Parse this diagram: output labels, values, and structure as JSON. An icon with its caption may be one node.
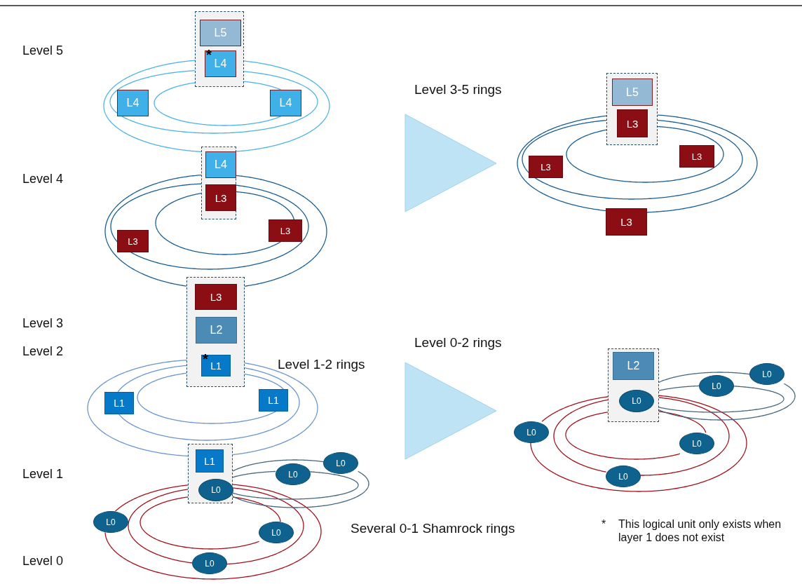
{
  "diagram": {
    "nodes": [
      {
        "text": [],
        "shape": "box"
      },
      {
        "text": [
          "L5"
        ],
        "in": 0
      },
      {
        "text": [
          "*",
          "L4"
        ],
        "in": 0
      },
      {
        "text": [
          "L4"
        ]
      },
      {
        "text": [
          "L4"
        ]
      },
      {
        "text": [],
        "shape": "box"
      },
      {
        "text": [
          "L4"
        ],
        "in": 5
      },
      {
        "text": [
          "L3"
        ],
        "in": 5
      },
      {
        "text": [
          "L3"
        ]
      },
      {
        "text": [
          "L3"
        ]
      },
      {
        "text": [],
        "shape": "box"
      },
      {
        "text": [
          "L3"
        ],
        "in": 10
      },
      {
        "text": [
          "L2"
        ],
        "in": 10
      },
      {
        "text": [
          "*",
          "L1"
        ],
        "in": 10
      },
      {
        "text": [
          "L1"
        ]
      },
      {
        "text": [
          "L1"
        ]
      },
      {
        "text": [],
        "shape": "box"
      },
      {
        "text": [
          "L1"
        ],
        "in": 16
      },
      {
        "text": [
          "L0"
        ],
        "in": 16
      },
      {
        "text": [
          "L0"
        ]
      },
      {
        "text": [
          "L0"
        ]
      },
      {
        "text": [
          "L0"
        ]
      },
      {
        "text": [
          "L0"
        ]
      },
      {
        "text": [
          "L0"
        ]
      },
      {
        "text": [],
        "shape": "box"
      },
      {
        "text": [
          "L5"
        ],
        "in": 24
      },
      {
        "text": [
          "L3"
        ],
        "in": 24
      },
      {
        "text": [
          "L3"
        ]
      },
      {
        "text": [
          "L3"
        ]
      },
      {
        "text": [
          "L3"
        ]
      },
      {
        "text": [],
        "shape": "box"
      },
      {
        "text": [
          "L2"
        ],
        "in": 30
      },
      {
        "text": [
          "L0"
        ],
        "in": 30
      },
      {
        "text": [
          "L0"
        ]
      },
      {
        "text": [
          "L0"
        ]
      },
      {
        "text": [
          "L0"
        ]
      },
      {
        "text": [
          "L0"
        ]
      },
      {
        "text": [
          "L0"
        ]
      }
    ],
    "edges": [
      {
        "from": 0,
        "to": 4,
        "arrow": "none",
        "color": "#4fb3e8"
      },
      {
        "from": 0,
        "to": 4,
        "arrow": "none",
        "color": "#4fb3e8"
      },
      {
        "from": 0,
        "to": 3,
        "arrow": "none",
        "color": "#4fb3e8"
      },
      {
        "from": 0,
        "to": 3,
        "arrow": "none",
        "color": "#4fb3e8"
      },
      {
        "from": 0,
        "to": 5,
        "arrow": "none",
        "color": "#4fb3e8"
      },
      {
        "from": 0,
        "to": 5,
        "arrow": "none",
        "color": "#4fb3e8"
      },
      {
        "from": 5,
        "to": 9,
        "arrow": "none"
      },
      {
        "from": 5,
        "to": 9,
        "arrow": "none"
      },
      {
        "from": 5,
        "to": 8,
        "arrow": "none"
      },
      {
        "from": 5,
        "to": 8,
        "arrow": "none"
      },
      {
        "from": 5,
        "to": 10,
        "arrow": "none"
      },
      {
        "from": 5,
        "to": 10,
        "arrow": "none"
      },
      {
        "from": 10,
        "to": 15,
        "arrow": "none",
        "color": "#6b95d0"
      },
      {
        "from": 10,
        "to": 15,
        "arrow": "none",
        "color": "#6b95d0"
      },
      {
        "from": 10,
        "to": 14,
        "arrow": "none",
        "color": "#6b95d0"
      },
      {
        "from": 10,
        "to": 14,
        "arrow": "none",
        "color": "#6b95d0"
      },
      {
        "from": 10,
        "to": 16,
        "arrow": "none",
        "color": "#6b95d0"
      },
      {
        "from": 10,
        "to": 16,
        "arrow": "none",
        "color": "#6b95d0"
      },
      {
        "from": 16,
        "to": 22,
        "arrow": "none",
        "color": "#a3121c"
      },
      {
        "from": 16,
        "to": 22,
        "arrow": "none",
        "color": "#a3121c"
      },
      {
        "from": 16,
        "to": 23,
        "arrow": "none",
        "color": "#a3121c"
      },
      {
        "from": 16,
        "to": 23,
        "arrow": "none",
        "color": "#a3121c"
      },
      {
        "from": 16,
        "to": 21,
        "arrow": "none",
        "color": "#a3121c"
      },
      {
        "from": 16,
        "to": 21,
        "arrow": "none",
        "color": "#a3121c"
      },
      {
        "from": 18,
        "to": 19,
        "arrow": "none",
        "color": "#46677f"
      },
      {
        "from": 18,
        "to": 19,
        "arrow": "none",
        "color": "#46677f"
      },
      {
        "from": 18,
        "to": 20,
        "arrow": "none",
        "color": "#46677f"
      },
      {
        "from": 18,
        "to": 20,
        "arrow": "none",
        "color": "#46677f"
      },
      {
        "from": 24,
        "to": 28,
        "arrow": "none"
      },
      {
        "from": 24,
        "to": 28,
        "arrow": "none"
      },
      {
        "from": 24,
        "to": 27,
        "arrow": "none"
      },
      {
        "from": 24,
        "to": 27,
        "arrow": "none"
      },
      {
        "from": 24,
        "to": 29,
        "arrow": "none"
      },
      {
        "from": 24,
        "to": 29,
        "arrow": "none"
      },
      {
        "from": 30,
        "to": 36,
        "arrow": "none",
        "color": "#a3121c"
      },
      {
        "from": 30,
        "to": 36,
        "arrow": "none",
        "color": "#a3121c"
      },
      {
        "from": 30,
        "to": 37,
        "arrow": "none",
        "color": "#a3121c"
      },
      {
        "from": 30,
        "to": 37,
        "arrow": "none",
        "color": "#a3121c"
      },
      {
        "from": 30,
        "to": 35,
        "arrow": "none",
        "color": "#a3121c"
      },
      {
        "from": 30,
        "to": 35,
        "arrow": "none",
        "color": "#a3121c"
      },
      {
        "from": 32,
        "to": 33,
        "arrow": "none",
        "color": "#46677f"
      },
      {
        "from": 32,
        "to": 33,
        "arrow": "none",
        "color": "#46677f"
      },
      {
        "from": 32,
        "to": 34,
        "arrow": "none",
        "color": "#46677f"
      },
      {
        "from": 32,
        "to": 34,
        "arrow": "none",
        "color": "#46677f"
      }
    ],
    "labels": [
      "Level 5",
      "Level 4",
      "Level 3",
      "Level 2",
      "Level 1",
      "Level 0",
      "Level 3-5 rings",
      "Level 1-2 rings",
      "Level 0-2 rings",
      "Several 0-1 Shamrock rings",
      "*",
      "This logical unit only exists when layer 1 does not exist"
    ]
  }
}
